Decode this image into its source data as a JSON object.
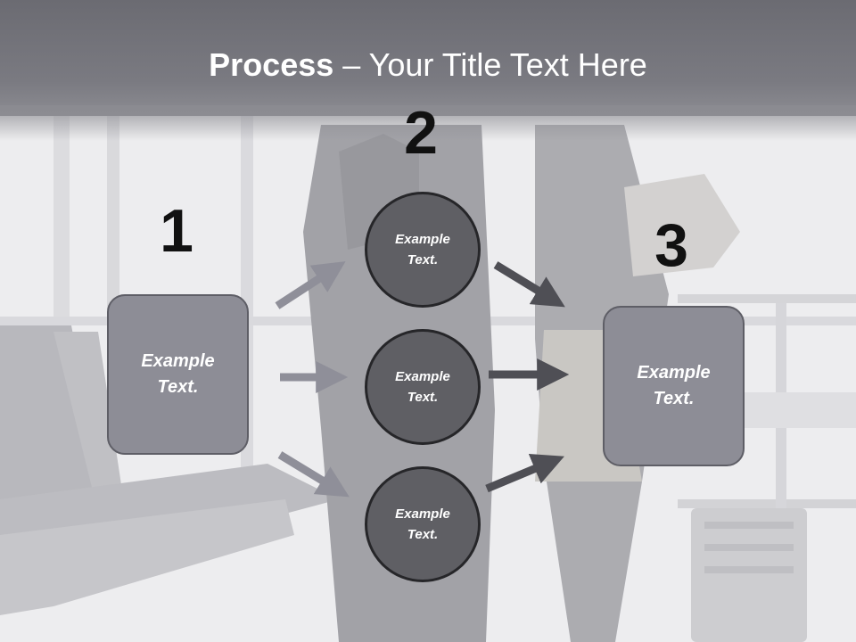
{
  "slide": {
    "title_bold": "Process",
    "title_rest": " – Your Title Text Here"
  },
  "steps": {
    "one": "1",
    "two": "2",
    "three": "3"
  },
  "boxes": {
    "left_text": "Example\nText.",
    "right_text": "Example\nText."
  },
  "circles": [
    {
      "text": "Example\nText."
    },
    {
      "text": "Example\nText."
    },
    {
      "text": "Example\nText."
    }
  ],
  "colors": {
    "header": "#74747b",
    "box_fill": "#8d8d96",
    "circle_fill": "#5f5f64",
    "arrow_light": "#8f8f99",
    "arrow_dark": "#4f4f55"
  }
}
